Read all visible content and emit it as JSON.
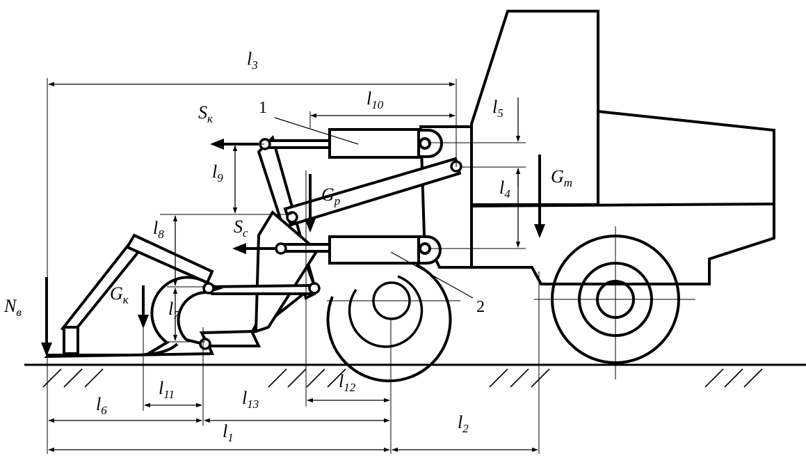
{
  "labels": {
    "l1": {
      "main": "l",
      "sub": "1"
    },
    "l2": {
      "main": "l",
      "sub": "2"
    },
    "l3": {
      "main": "l",
      "sub": "3"
    },
    "l4": {
      "main": "l",
      "sub": "4"
    },
    "l5": {
      "main": "l",
      "sub": "5"
    },
    "l6": {
      "main": "l",
      "sub": "6"
    },
    "l7": {
      "main": "l",
      "sub": "7"
    },
    "l8": {
      "main": "l",
      "sub": "8"
    },
    "l9": {
      "main": "l",
      "sub": "9"
    },
    "l10": {
      "main": "l",
      "sub": "10"
    },
    "l11": {
      "main": "l",
      "sub": "11"
    },
    "l12": {
      "main": "l",
      "sub": "12"
    },
    "l13": {
      "main": "l",
      "sub": "13"
    },
    "Sk": {
      "main": "S",
      "sub": "к"
    },
    "Sc": {
      "main": "S",
      "sub": "c"
    },
    "Gp": {
      "main": "G",
      "sub": "p"
    },
    "Gk": {
      "main": "G",
      "sub": "к"
    },
    "Gm": {
      "main": "G",
      "sub": "m"
    },
    "Nv": {
      "main": "N",
      "sub": "в"
    }
  },
  "callouts": {
    "one": "1",
    "two": "2"
  }
}
